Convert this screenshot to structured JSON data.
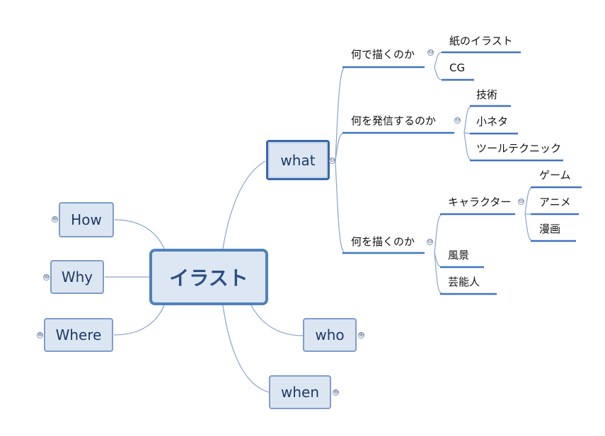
{
  "central": "イラスト",
  "main_topics": {
    "what": "what",
    "how": "How",
    "why": "Why",
    "where": "Where",
    "who": "who",
    "when": "when"
  },
  "what_children": {
    "nanide": {
      "label": "何で描くのか",
      "children": [
        "紙のイラスト",
        "CG"
      ]
    },
    "hasshin": {
      "label": "何を発信するのか",
      "children": [
        "技術",
        "小ネタ",
        "ツールテクニック"
      ]
    },
    "nanioegaku": {
      "label": "何を描くのか",
      "character": {
        "label": "キャラクター",
        "children": [
          "ゲーム",
          "アニメ",
          "漫画"
        ]
      },
      "others": [
        "風景",
        "芸能人"
      ]
    }
  },
  "icons": {
    "collapse": "⊖",
    "expand": "⊕"
  },
  "colors": {
    "node_fill": "#dce6f2",
    "node_border": "#7f9dc9",
    "underline": "#3f74c1",
    "connector": "#8aa3c8",
    "text_dark": "#1f3a64"
  }
}
